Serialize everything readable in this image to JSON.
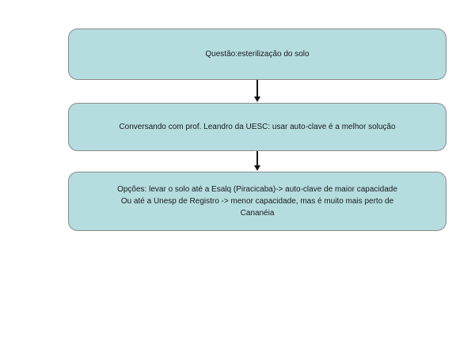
{
  "diagram": {
    "type": "flowchart",
    "orientation": "vertical",
    "background_color": "#ffffff",
    "node_fill_color": "#b5dde0",
    "node_border_color": "#8a8a8a",
    "connector_color": "#131313",
    "text_color": "#1a1a1a",
    "nodes": [
      {
        "id": "question",
        "label": "Questão:esterilização do solo"
      },
      {
        "id": "conversation",
        "label": "Conversando com prof. Leandro da UESC: usar auto-clave é a melhor solução"
      },
      {
        "id": "options",
        "label": "Opções: levar o solo até a Esalq (Piracicaba)-> auto-clave de maior capacidade\nOu até a Unesp de Registro -> menor capacidade, mas é muito mais perto de\nCananéia"
      }
    ],
    "connectors": [
      {
        "id": "arrow-1",
        "from": "question",
        "to": "conversation",
        "icon": "arrow-down-icon"
      },
      {
        "id": "arrow-2",
        "from": "conversation",
        "to": "options",
        "icon": "arrow-down-icon"
      }
    ]
  }
}
